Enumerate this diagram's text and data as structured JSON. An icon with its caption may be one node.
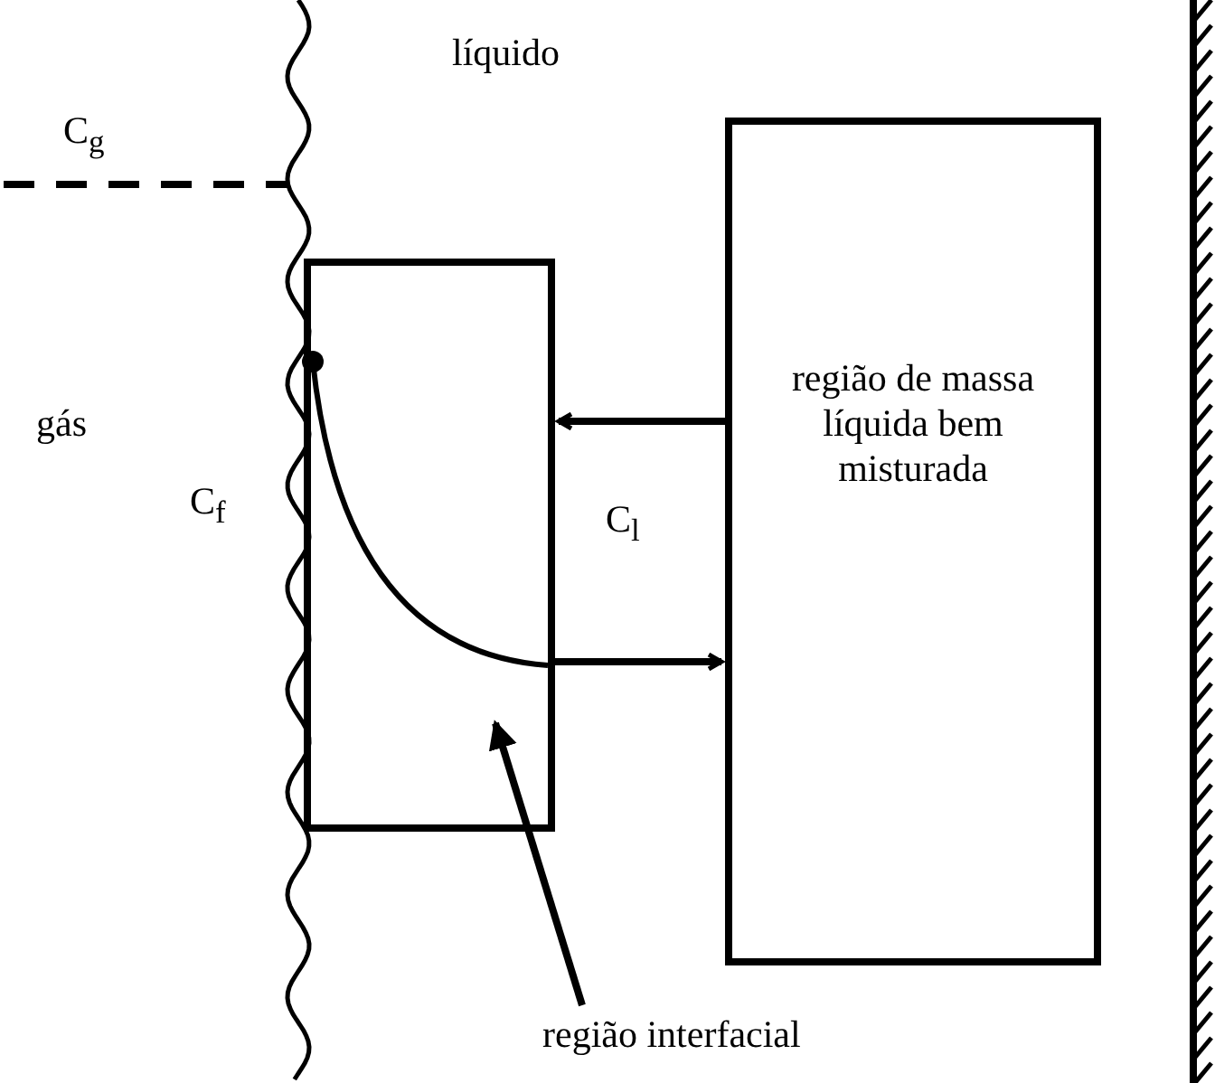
{
  "diagram": {
    "nodes": [
      {
        "text": [],
        "shape": "box"
      },
      {
        "text": [
          "região de massa líquida bem misturada"
        ]
      },
      {
        "text": [
          "região interfacial"
        ]
      }
    ],
    "edges": [
      {
        "from": 1,
        "to": 0,
        "arrow": "to"
      },
      {
        "from": 0,
        "to": 1,
        "arrow": "to"
      },
      {
        "from": 2,
        "to": 0,
        "arrow": "to"
      }
    ],
    "labels": [
      "C$_{g}$",
      "líquido",
      "gás",
      "C$_{l}$",
      "C$_{f}$"
    ]
  }
}
